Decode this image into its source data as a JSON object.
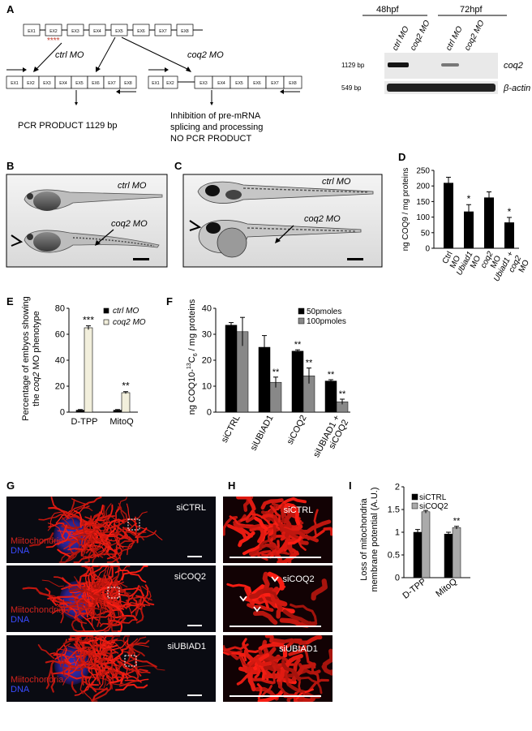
{
  "panels": {
    "A": "A",
    "B": "B",
    "C": "C",
    "D": "D",
    "E": "E",
    "F": "F",
    "G": "G",
    "H": "H",
    "I": "I"
  },
  "panel_a": {
    "exons": [
      "EX1",
      "EX2",
      "EX3",
      "EX4",
      "EX5",
      "EX6",
      "EX7",
      "EX8"
    ],
    "ctrl_mo": "ctrl MO",
    "coq2_mo": "coq2 MO",
    "pcr_product": "PCR PRODUCT 1129 bp",
    "inhibition_1": "Inhibition of pre-mRNA",
    "inhibition_2": "splicing and processing",
    "no_pcr": "NO PCR PRODUCT",
    "gel_48": "48hpf",
    "gel_72": "72hpf",
    "lanes": [
      "ctrl MO",
      "coq2 MO",
      "ctrl MO",
      "coq2 MO"
    ],
    "bp_1129": "1129 bp",
    "bp_549": "549 bp",
    "gene_coq2": "coq2",
    "gene_actin": "β-actin"
  },
  "panel_b": {
    "ctrl": "ctrl MO",
    "coq2": "coq2 MO"
  },
  "panel_c": {
    "ctrl": "ctrl MO",
    "coq2": "coq2 MO"
  },
  "panel_g": {
    "labels": [
      "siCTRL",
      "siCOQ2",
      "siUBIAD1"
    ],
    "mito": "Miitochondria",
    "dna": "DNA"
  },
  "panel_h": {
    "labels": [
      "siCTRL",
      "siCOQ2",
      "siUBIAD1"
    ]
  },
  "chart_data": [
    {
      "id": "D",
      "type": "bar",
      "ylabel": "ng COQ9 / mg proteins",
      "ylim": [
        0,
        250
      ],
      "yticks": [
        0,
        50,
        100,
        150,
        200,
        250
      ],
      "categories": [
        "Ctrl MO",
        "Ubiad1 MO",
        "coq2 MO",
        "Ubiad1 + coq2 MO"
      ],
      "values": [
        210,
        118,
        163,
        83
      ],
      "errors": [
        18,
        22,
        18,
        16
      ],
      "sig": [
        "",
        "*",
        "",
        "*"
      ]
    },
    {
      "id": "E",
      "type": "bar",
      "ylabel_1": "Percentage of embyos showing",
      "ylabel_2": "the coq2 MO phenotype",
      "ylim": [
        0,
        80
      ],
      "yticks": [
        0,
        20,
        40,
        60,
        80
      ],
      "categories": [
        "D-TPP",
        "MitoQ"
      ],
      "series": [
        {
          "name": "ctrl MO",
          "color": "#000000",
          "values": [
            1.5,
            1.5
          ],
          "errors": [
            0.5,
            0.5
          ]
        },
        {
          "name": "coq2 MO",
          "color": "#f2efdc",
          "values": [
            65,
            15
          ],
          "errors": [
            1.5,
            0.8
          ]
        }
      ],
      "sig": [
        "***",
        "**"
      ]
    },
    {
      "id": "F",
      "type": "bar",
      "ylabel": "ng COQ10-13C6 / mg proteins",
      "ylabel_main": "ng COQ10-",
      "ylabel_sup": "13",
      "ylabel_mid": "C",
      "ylabel_sub": "6",
      "ylabel_end": "/ mg proteins",
      "ylim": [
        0,
        40
      ],
      "yticks": [
        0,
        10,
        20,
        30,
        40
      ],
      "categories": [
        "siCTRL",
        "siUBIAD1",
        "siCOQ2",
        "siUBIAD1 + siCOQ2"
      ],
      "series": [
        {
          "name": "50pmoles",
          "color": "#000000",
          "values": [
            33.5,
            25,
            23.5,
            12
          ],
          "errors": [
            1,
            4.5,
            0.5,
            0.5
          ],
          "sig": [
            "",
            "",
            "**",
            "**"
          ]
        },
        {
          "name": "100pmoles",
          "color": "#888888",
          "values": [
            31,
            11.5,
            14,
            4
          ],
          "errors": [
            5.5,
            2,
            3,
            1
          ],
          "sig": [
            "",
            "**",
            "**",
            "**"
          ]
        }
      ]
    },
    {
      "id": "I",
      "type": "bar",
      "ylabel_1": "Loss of mitochondria",
      "ylabel_2": "membrane potential (A.U.)",
      "ylim": [
        0,
        2
      ],
      "yticks": [
        0,
        0.5,
        1,
        1.5,
        2
      ],
      "ytick_labels": [
        "0",
        "0.5",
        "1",
        "1.5",
        "2"
      ],
      "categories": [
        "D-TPP",
        "MitoQ"
      ],
      "series": [
        {
          "name": "siCTRL",
          "color": "#000000",
          "values": [
            1.0,
            0.96
          ],
          "errors": [
            0.06,
            0.04
          ]
        },
        {
          "name": "siCOQ2",
          "color": "#aaaaaa",
          "values": [
            1.45,
            1.1
          ],
          "errors": [
            0.03,
            0.03
          ]
        }
      ],
      "sig": [
        "",
        "**"
      ]
    }
  ]
}
